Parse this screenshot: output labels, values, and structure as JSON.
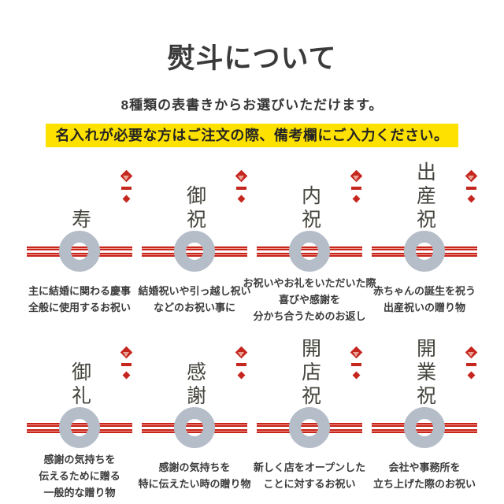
{
  "header": {
    "title": "熨斗について",
    "subtitle": "8種類の表書きからお選びいただけます。",
    "notice": "名入れが必要な方はご注文の際、備考欄にご入力ください。"
  },
  "colors": {
    "accent_red": "#c9241c",
    "accent_red_light": "#e8a395",
    "ring_gray": "#b5bdc8",
    "highlight_yellow": "#ffe100",
    "text_dark": "#3a3a3a"
  },
  "icons": {
    "ornament": "noshi-ornament-icon",
    "ring": "mizuhiki-ring",
    "cord": "mizuhiki-cord"
  },
  "noshi_types": [
    {
      "label": "寿",
      "description": [
        "主に結婚に関わる慶事",
        "全般に使用するお祝い"
      ]
    },
    {
      "label": "御祝",
      "description": [
        "結婚祝いや引っ越し祝い",
        "などのお祝い事に"
      ]
    },
    {
      "label": "内祝",
      "description": [
        "お祝いやお礼をいただいた際",
        "喜びや感謝を",
        "分かち合うためのお返し"
      ]
    },
    {
      "label": "出産祝",
      "description": [
        "赤ちゃんの誕生を祝う",
        "出産祝いの贈り物"
      ]
    },
    {
      "label": "御礼",
      "description": [
        "感謝の気持ちを",
        "伝えるために贈る",
        "一般的な贈り物"
      ]
    },
    {
      "label": "感謝",
      "description": [
        "感謝の気持ちを",
        "特に伝えたい時の贈り物"
      ]
    },
    {
      "label": "開店祝",
      "description": [
        "新しく店をオープンした",
        "ことに対するお祝い"
      ]
    },
    {
      "label": "開業祝",
      "description": [
        "会社や事務所を",
        "立ち上げた際のお祝い"
      ]
    }
  ]
}
